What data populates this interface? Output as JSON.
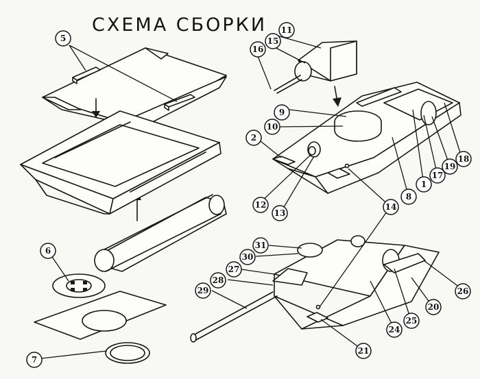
{
  "title": "СХЕМА СБОРКИ",
  "callouts": [
    "5",
    "11",
    "15",
    "16",
    "9",
    "10",
    "2",
    "6",
    "7",
    "12",
    "13",
    "14",
    "8",
    "1",
    "17",
    "19",
    "18",
    "31",
    "30",
    "27",
    "28",
    "29",
    "24",
    "25",
    "20",
    "26",
    "21"
  ],
  "colors": {
    "ink": "#151515",
    "paper": "#f8f8f4"
  }
}
